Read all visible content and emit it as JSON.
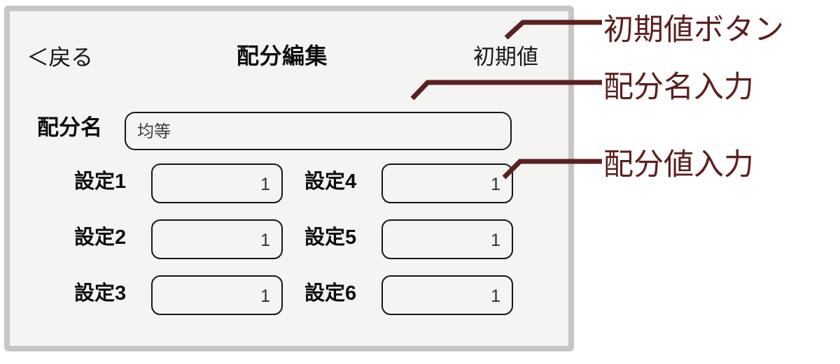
{
  "panel": {
    "background": "#f4f4f3",
    "border_color": "#c6c6c6"
  },
  "header": {
    "back_label": "＜戻る",
    "title": "配分編集",
    "reset_label": "初期値"
  },
  "name_field": {
    "label": "配分名",
    "value": "均等",
    "placeholder": "均等"
  },
  "settings": {
    "left": [
      {
        "label": "設定1",
        "value": "1"
      },
      {
        "label": "設定2",
        "value": "1"
      },
      {
        "label": "設定3",
        "value": "1"
      }
    ],
    "right": [
      {
        "label": "設定4",
        "value": "1"
      },
      {
        "label": "設定5",
        "value": "1"
      },
      {
        "label": "設定6",
        "value": "1"
      }
    ]
  },
  "annotations": {
    "color": "#5a201f",
    "items": [
      {
        "text": "初期値ボタン"
      },
      {
        "text": "配分名入力"
      },
      {
        "text": "配分値入力"
      }
    ]
  }
}
